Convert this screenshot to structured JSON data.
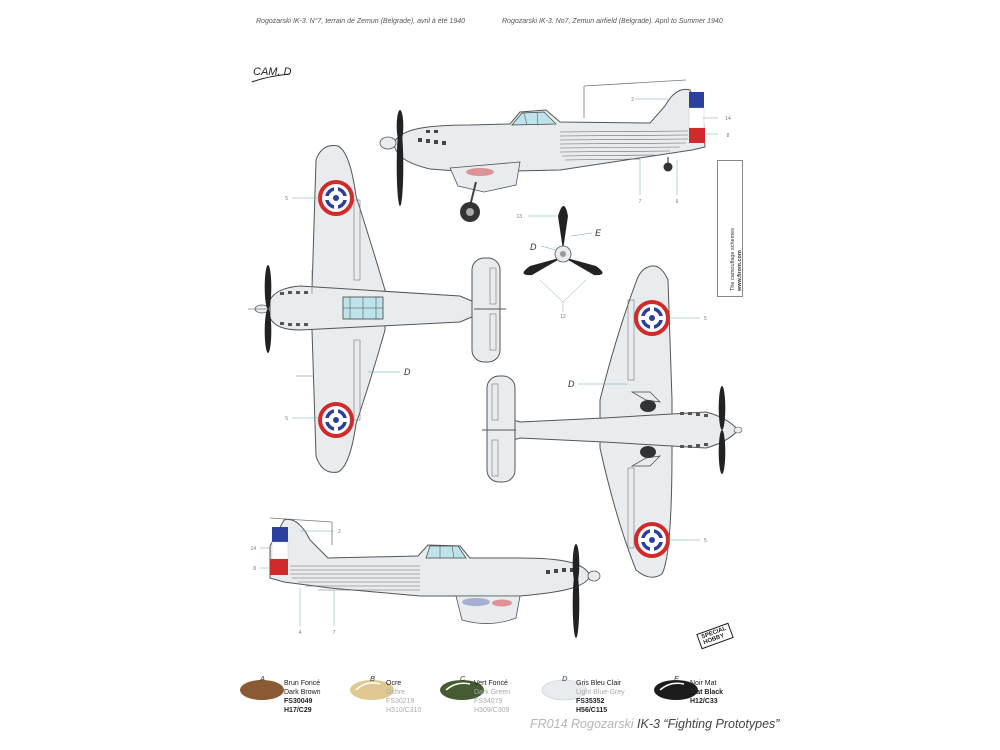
{
  "captions": {
    "left": "Rogozarski IK-3. N°7, terrain de Zemun (Belgrade), avril à été 1940",
    "right": "Rogozarski IK-3. No7, Zemun airfield (Belgrade). April to Summer 1940"
  },
  "camo_label": "CAM. D",
  "callouts": {
    "n2": "2",
    "n14": "14",
    "n8": "8",
    "n7": "7",
    "n6": "6",
    "n5": "5",
    "n13": "13",
    "n12": "12",
    "n4": "4",
    "D": "D",
    "E": "E"
  },
  "side_note": {
    "line1": "The camouflage schemes",
    "line2": "www.firom.com"
  },
  "sticker": {
    "line1": "SPECIAL",
    "line2": "HOBBY"
  },
  "swatches": [
    {
      "letter": "A",
      "fr": "Brun Foncé",
      "en": "Dark Brown",
      "fs": "FS30049",
      "code": "H17/C29",
      "color": "#8a5a34"
    },
    {
      "letter": "B",
      "fr": "Ocre",
      "en": "Ochre",
      "fs": "FS30219",
      "code": "H310/C310",
      "color": "#e0c990"
    },
    {
      "letter": "C",
      "fr": "Vert Foncé",
      "en": "Dark Green",
      "fs": "FS34079",
      "code": "H309/C309",
      "color": "#475b32"
    },
    {
      "letter": "D",
      "fr": "Gris Bleu Clair",
      "en": "Light Blue-Grey",
      "fs": "FS35352",
      "code": "H56/C115",
      "color": "#e9ecef"
    },
    {
      "letter": "E",
      "fr": "Noir Mat",
      "en": "Flat Black",
      "fs": "",
      "code": "H12/C33",
      "color": "#1c1c1c"
    }
  ],
  "footer": {
    "code": "FR014",
    "maker": "Rogozarski",
    "title": "IK-3 “Fighting Prototypes”"
  },
  "colors": {
    "airframe": "#e8ecef",
    "outline": "#555555",
    "roundel_red": "#d12a2a",
    "roundel_blue": "#2a3f9e",
    "glass": "#bfe3ea"
  }
}
